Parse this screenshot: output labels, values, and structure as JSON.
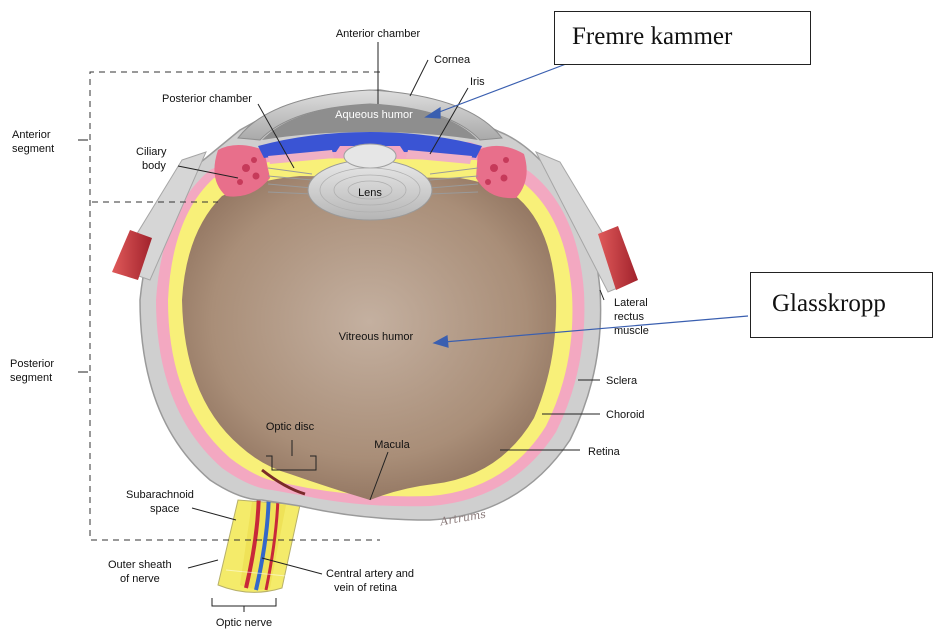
{
  "diagram": {
    "labels": {
      "anterior_chamber": "Anterior chamber",
      "cornea": "Cornea",
      "iris": "Iris",
      "posterior_chamber": "Posterior chamber",
      "aqueous_humor": "Aqueous humor",
      "anterior_segment_1": "Anterior",
      "anterior_segment_2": "segment",
      "ciliary_body_1": "Ciliary",
      "ciliary_body_2": "body",
      "lens": "Lens",
      "lateral_rectus_1": "Lateral",
      "lateral_rectus_2": "rectus",
      "lateral_rectus_3": "muscle",
      "vitreous_humor": "Vitreous humor",
      "posterior_segment_1": "Posterior",
      "posterior_segment_2": "segment",
      "sclera": "Sclera",
      "choroid": "Choroid",
      "optic_disc": "Optic disc",
      "macula": "Macula",
      "retina": "Retina",
      "subarachnoid_1": "Subarachnoid",
      "subarachnoid_2": "space",
      "outer_sheath_1": "Outer sheath",
      "outer_sheath_2": "of nerve",
      "central_artery_1": "Central artery and",
      "central_artery_2": "vein of retina",
      "optic_nerve": "Optic nerve"
    },
    "signature": "Artrums",
    "callouts": {
      "fremre_kammer": "Fremre kammer",
      "glasskropp": "Glasskropp"
    },
    "colors": {
      "sclera": "#c9c9c9",
      "choroid": "#f2a7c0",
      "retina": "#f7ef74",
      "vitreous": "#b39a86",
      "iris": "#3a54d4",
      "aqueous": "#8f9090",
      "muscle": "#c0303a",
      "arrow": "#3a5fb0"
    }
  }
}
